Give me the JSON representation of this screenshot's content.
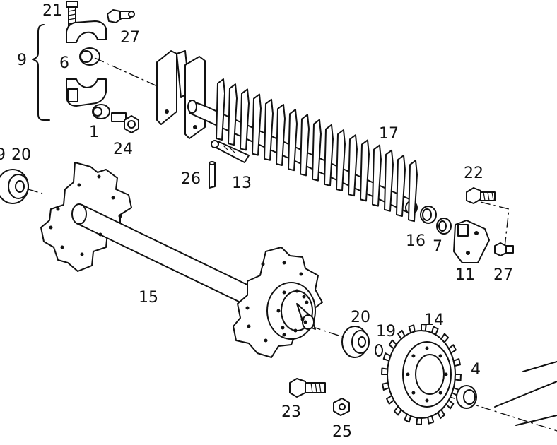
{
  "labels": {
    "part_21": "21",
    "part_27_top": "27",
    "part_9": "9",
    "part_6": "6",
    "part_1": "1",
    "part_24": "24",
    "part_19_left": "9",
    "part_20_left": "20",
    "part_17": "17",
    "part_26": "26",
    "part_13": "13",
    "part_22": "22",
    "part_16": "16",
    "part_7": "7",
    "part_11": "11",
    "part_27_right": "27",
    "part_15": "15",
    "part_20_right": "20",
    "part_19_right": "19",
    "part_14": "14",
    "part_4": "4",
    "part_23": "23",
    "part_25": "25"
  },
  "icons": {
    "bolt": "bolt-icon",
    "nut": "nut-icon",
    "bearing": "bearing-icon",
    "sprocket": "sprocket-icon",
    "shaft": "shaft-icon"
  }
}
